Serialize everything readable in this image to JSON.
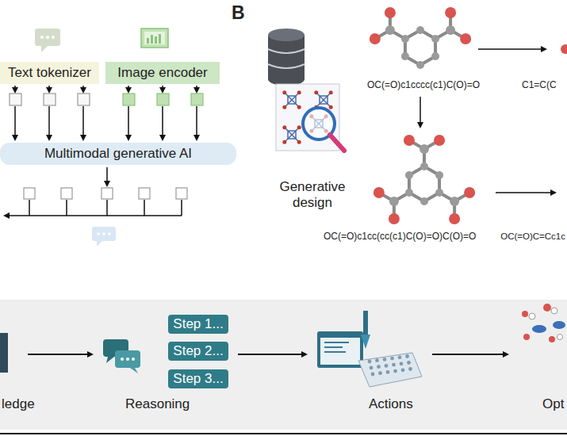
{
  "diagram": {
    "nodes": [
      {
        "text": [
          "Text tokenizer"
        ]
      },
      {
        "text": [
          "Image encoder"
        ]
      },
      {
        "text": [
          "Multimodal generative AI"
        ]
      },
      {
        "text": [
          "Step 1..."
        ]
      },
      {
        "text": [
          "Step 2..."
        ]
      },
      {
        "text": [
          "Step 3..."
        ]
      }
    ],
    "labels": [
      "B",
      "OC(=O)c1cccc(c1)C(O)=O",
      "C1=C(C",
      "Generative design",
      "OC(=O)c1cc(cc(c1)C(O)=O)C(O)=O",
      "OC(=O)C=Cc1c",
      "ledge",
      "Reasoning",
      "Actions",
      "Opt"
    ]
  }
}
